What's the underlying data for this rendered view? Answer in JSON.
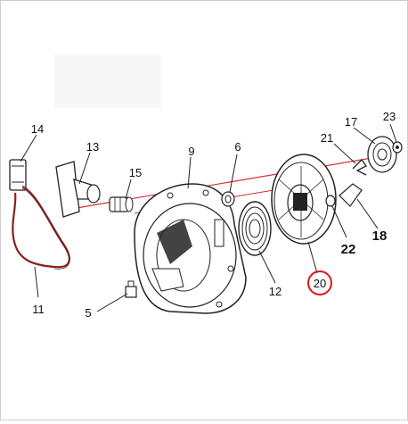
{
  "diagram": {
    "callouts": [
      {
        "id": "c14",
        "label": "14"
      },
      {
        "id": "c13",
        "label": "13"
      },
      {
        "id": "c15",
        "label": "15"
      },
      {
        "id": "c9",
        "label": "9"
      },
      {
        "id": "c6",
        "label": "6"
      },
      {
        "id": "c11",
        "label": "11"
      },
      {
        "id": "c5",
        "label": "5"
      },
      {
        "id": "c12",
        "label": "12"
      },
      {
        "id": "c20",
        "label": "20"
      },
      {
        "id": "c21",
        "label": "21"
      },
      {
        "id": "c17",
        "label": "17"
      },
      {
        "id": "c23",
        "label": "23"
      },
      {
        "id": "c22",
        "label": "22"
      },
      {
        "id": "c18",
        "label": "18"
      }
    ],
    "highlight": {
      "label": "20",
      "color": "#e0141b"
    },
    "colors": {
      "line": "#2a2a2a",
      "axis": "#d23030",
      "rope": "#8a1f1f"
    }
  }
}
